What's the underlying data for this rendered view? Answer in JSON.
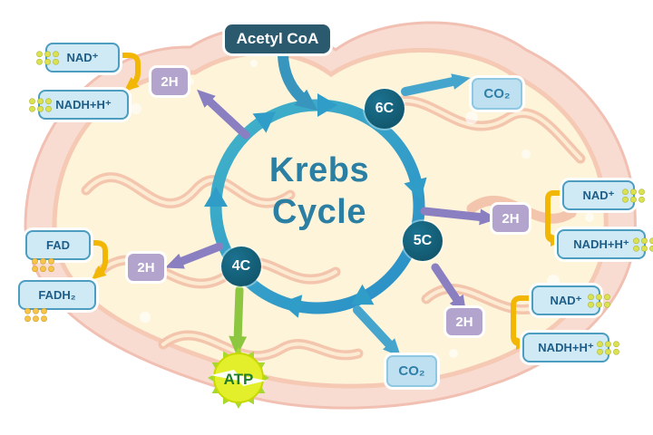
{
  "diagram_title": {
    "line1": "Krebs",
    "line2": "Cycle"
  },
  "acetyl_coa_label": "Acetyl CoA",
  "nodes": {
    "six_carbon": "6C",
    "five_carbon": "5C",
    "four_carbon": "4C"
  },
  "products": {
    "co2_top": "CO₂",
    "co2_bottom": "CO₂",
    "atp": "ATP"
  },
  "hydrogen_labels": {
    "top_left": "2H",
    "right": "2H",
    "bottom_right": "2H",
    "left": "2H"
  },
  "electron_carriers": {
    "top_left": {
      "oxidized": "NAD⁺",
      "reduced": "NADH+H⁺"
    },
    "right": {
      "oxidized": "NAD⁺",
      "reduced": "NADH+H⁺"
    },
    "bottom_right": {
      "oxidized": "NAD⁺",
      "reduced": "NADH+H⁺"
    },
    "left": {
      "oxidized": "FAD",
      "reduced": "FADH₂"
    }
  },
  "colors": {
    "cycle_blue": "#2f9dc8",
    "node_dark": "#0f4f63",
    "lavender": "#b2a4cd",
    "carrier_yellow": "#f2b705",
    "atp_arrow_green": "#8dc63f",
    "atp_ball": "#e3ef2b",
    "badge_blue_bg": "#cfe9f5",
    "badge_text_blue": "#1d5d87",
    "acetyl_bg": "#2b5a6e",
    "mitochondrion_outer": "#f8dcd2",
    "mitochondrion_inner": "#fdf4da"
  }
}
